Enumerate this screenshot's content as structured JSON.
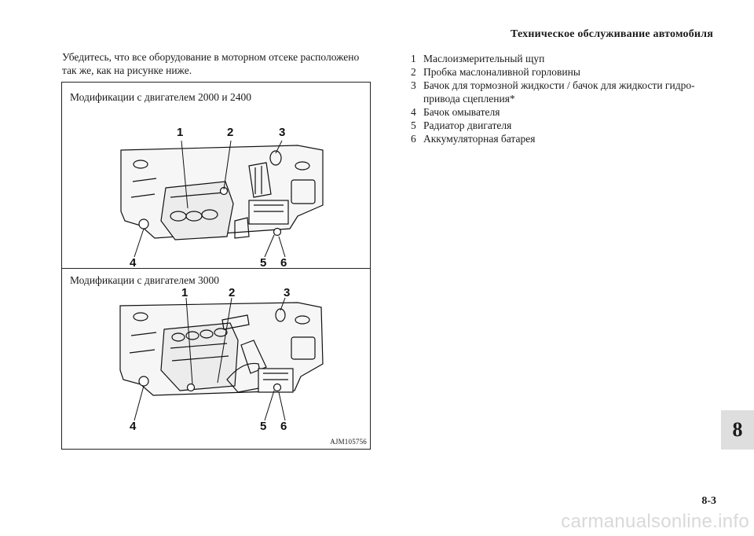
{
  "header": {
    "title": "Техническое обслуживание автомобиля"
  },
  "intro": {
    "text": "Убедитесь, что все оборудование в моторном отсеке расположено так же, как на рисунке ниже."
  },
  "figure": {
    "caption_top": "Модификации с двигателем 2000 и 2400",
    "caption_bottom": "Модификации с двигателем 3000",
    "code": "AJM105756",
    "callouts_top": [
      "1",
      "2",
      "3",
      "4",
      "5",
      "6"
    ],
    "callouts_bottom": [
      "1",
      "2",
      "3",
      "4",
      "5",
      "6"
    ]
  },
  "legend": {
    "items": [
      {
        "num": "1",
        "text": "Маслоизмерительный щуп"
      },
      {
        "num": "2",
        "text": "Пробка маслоналивной горловины"
      },
      {
        "num": "3",
        "text": "Бачок для тормозной жидкости / бачок для жидкости гидро-привода сцепления*"
      },
      {
        "num": "4",
        "text": "Бачок омывателя"
      },
      {
        "num": "5",
        "text": "Радиатор двигателя"
      },
      {
        "num": "6",
        "text": "Аккумуляторная батарея"
      }
    ]
  },
  "section_tab": "8",
  "page_number": "8-3",
  "watermark": "carmanualsonline.info"
}
